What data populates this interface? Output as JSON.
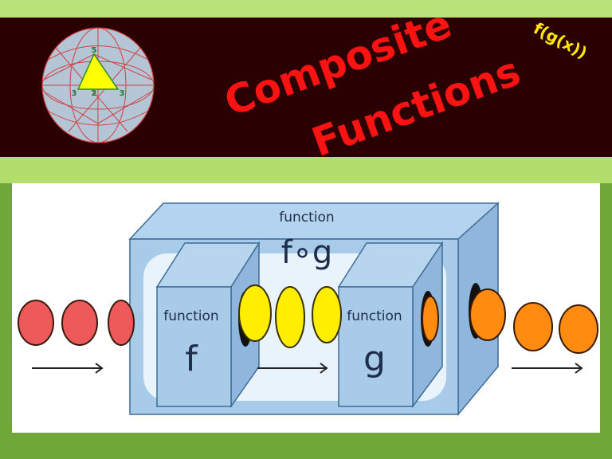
{
  "banner": {
    "title_line1": "Composite",
    "title_line2": "Functions",
    "notation": "f(g(x))",
    "logo_labels": {
      "top": "5",
      "left": "3",
      "middle": "2",
      "right": "3"
    }
  },
  "diagram": {
    "outer_label": "function",
    "outer_name": "f∘g",
    "box_f_label": "function",
    "box_f_name": "f",
    "box_g_label": "function",
    "box_g_name": "g"
  },
  "colors": {
    "banner_bg": "#2a0003",
    "title": "#ff1212",
    "notation": "#ffe600",
    "box": "#a9cbea",
    "apple": "#ee5a5a",
    "lemon": "#ffee00",
    "orange": "#ff8c10"
  }
}
